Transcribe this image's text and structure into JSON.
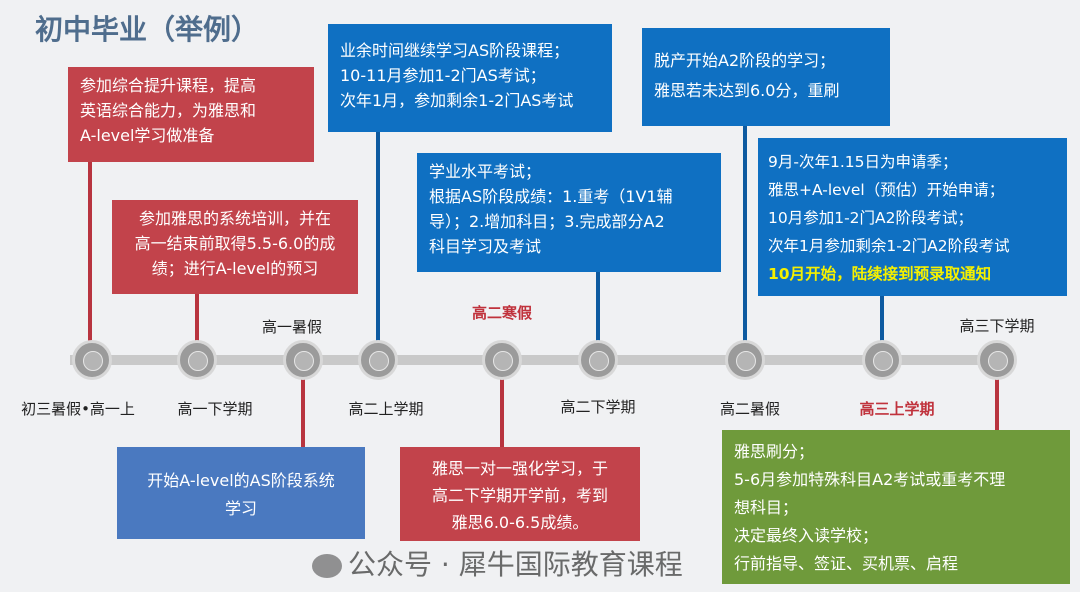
{
  "title": "初中毕业（举例）",
  "nodes": [
    "初三暑假•高一上",
    "高一下学期",
    "高一暑假",
    "高二上学期",
    "高二寒假",
    "高二下学期",
    "高二暑假",
    "高三上学期",
    "高三下学期"
  ],
  "boxes": {
    "b1": [
      "参加综合提升课程，提高",
      "英语综合能力，为雅思和",
      "A-level学习做准备"
    ],
    "b2": [
      "参加雅思的系统培训，并在",
      "高一结束前取得5.5-6.0的成",
      "绩；进行A-level的预习"
    ],
    "b3": [
      "业余时间继续学习AS阶段课程；",
      "10-11月参加1-2门AS考试；",
      "次年1月，参加剩余1-2门AS考试"
    ],
    "b4": [
      "学业水平考试；",
      "根据AS阶段成绩：1.重考（1V1辅",
      "导）；2.增加科目；3.完成部分A2",
      "科目学习及考试"
    ],
    "b5": [
      "脱产开始A2阶段的学习；",
      "雅思若未达到6.0分，重刷"
    ],
    "b6": [
      "9月-次年1.15日为申请季；",
      "雅思+A-level（预估）开始申请；",
      "10月参加1-2门A2阶段考试；",
      "次年1月参加剩余1-2门A2阶段考试",
      "10月开始，陆续接到预录取通知"
    ],
    "b7": [
      "开始A-level的AS阶段系统",
      "学习"
    ],
    "b8": [
      "雅思一对一强化学习，于",
      "高二下学期开学前，考到",
      "雅思6.0-6.5成绩。"
    ],
    "b9": [
      "雅思刷分；",
      "5-6月参加特殊科目A2考试或重考不理",
      "想科目；",
      "决定最终入读学校；",
      "行前指导、签证、买机票、启程"
    ]
  },
  "watermark": "公众号 · 犀牛国际教育课程",
  "colors": {
    "red": "#c2434b",
    "blue": "#0f70c2",
    "light_blue": "#4a79c0",
    "green": "#6f9a3b",
    "highlight": "#f5f000"
  }
}
